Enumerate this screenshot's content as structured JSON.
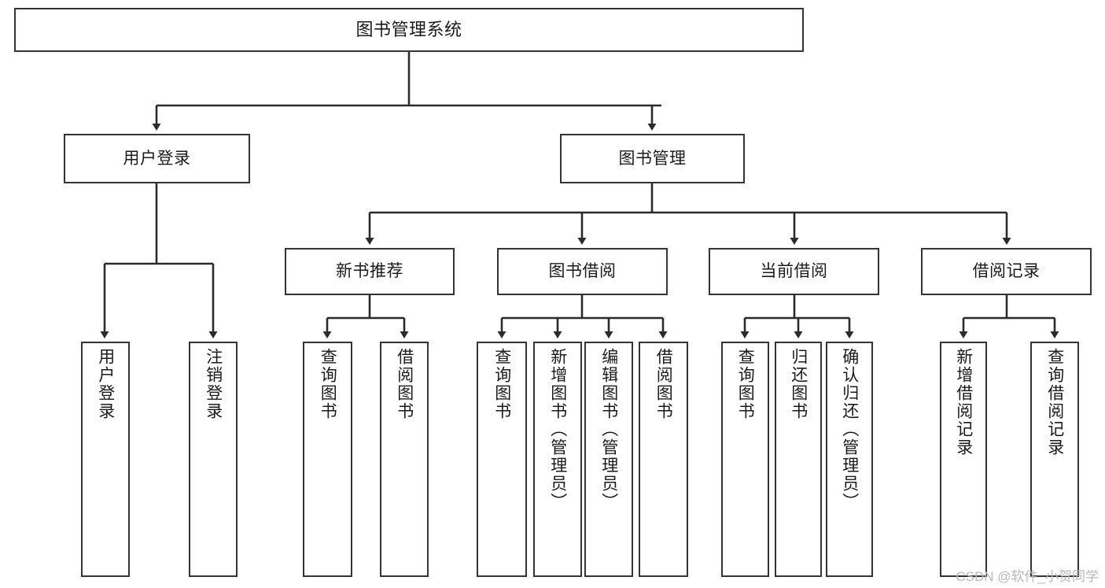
{
  "diagram": {
    "type": "tree-hierarchy-chart",
    "title": "图书管理系统",
    "colors": {
      "box_border": "#33333a",
      "box_fill": "#ffffff",
      "connector": "#2b2b2b",
      "text": "#1b1b1b",
      "watermark": "#b9b9bd",
      "background": "#ffffff"
    },
    "watermark": "CSDN @软件_小贺同学",
    "nodes": {
      "root": {
        "label": "图书管理系统",
        "orientation": "horizontal"
      },
      "level1": [
        {
          "label": "用户登录",
          "orientation": "horizontal"
        },
        {
          "label": "图书管理",
          "orientation": "horizontal"
        }
      ],
      "level2": [
        {
          "label": "新书推荐",
          "orientation": "horizontal"
        },
        {
          "label": "图书借阅",
          "orientation": "horizontal"
        },
        {
          "label": "当前借阅",
          "orientation": "horizontal"
        },
        {
          "label": "借阅记录",
          "orientation": "horizontal"
        }
      ],
      "leaves": {
        "user_login": [
          {
            "label": "用户登录",
            "orientation": "vertical"
          },
          {
            "label": "注销登录",
            "orientation": "vertical"
          }
        ],
        "new_book_recommend": [
          {
            "label": "查询图书",
            "orientation": "vertical"
          },
          {
            "label": "借阅图书",
            "orientation": "vertical"
          }
        ],
        "book_borrow": [
          {
            "label": "查询图书",
            "orientation": "vertical"
          },
          {
            "label": "新增图书（管理员）",
            "orientation": "vertical"
          },
          {
            "label": "编辑图书（管理员）",
            "orientation": "vertical"
          },
          {
            "label": "借阅图书",
            "orientation": "vertical"
          }
        ],
        "current_borrow": [
          {
            "label": "查询图书",
            "orientation": "vertical"
          },
          {
            "label": "归还图书",
            "orientation": "vertical"
          },
          {
            "label": "确认归还（管理员）",
            "orientation": "vertical"
          }
        ],
        "borrow_record": [
          {
            "label": "新增借阅记录",
            "orientation": "vertical"
          },
          {
            "label": "查询借阅记录",
            "orientation": "vertical"
          }
        ]
      }
    }
  }
}
